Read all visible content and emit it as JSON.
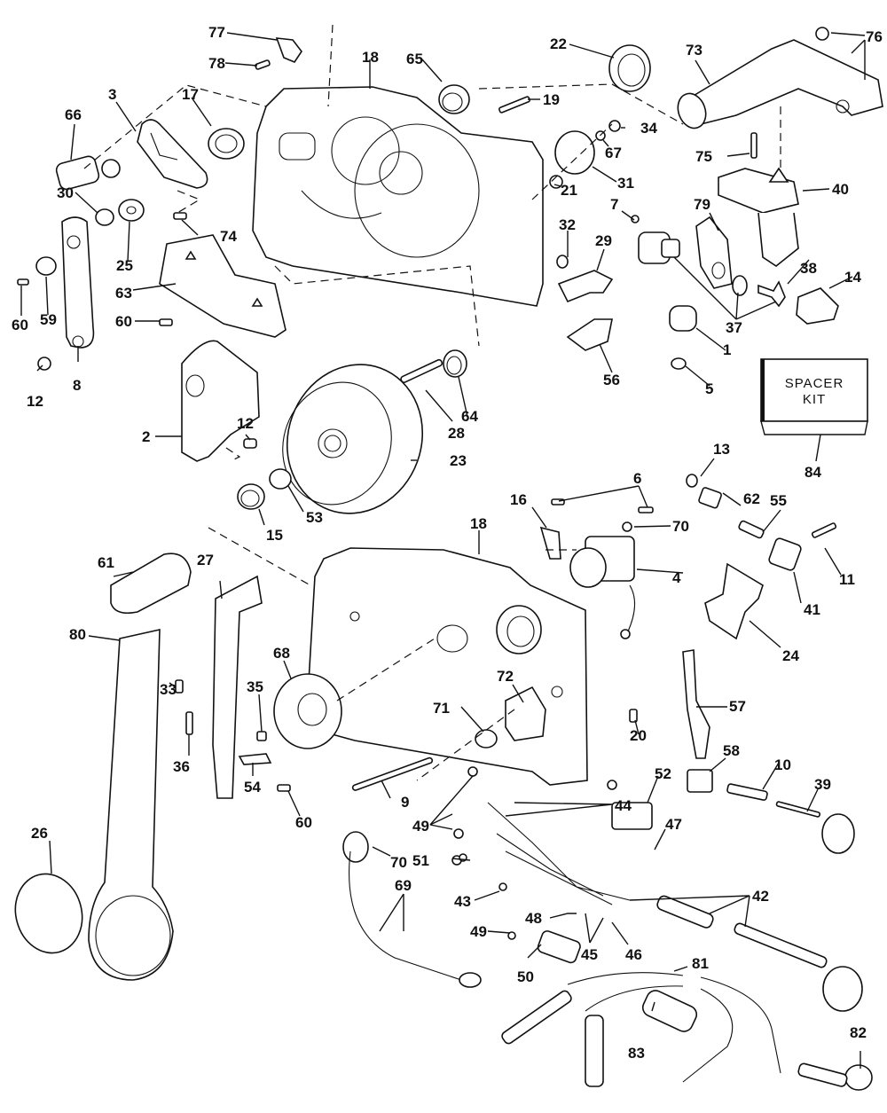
{
  "diagram": {
    "type": "exploded-parts-diagram",
    "subject": "remote control box assembly",
    "spacer_kit": {
      "line1": "SPACER",
      "line2": "KIT",
      "callout": "84"
    },
    "callouts": [
      {
        "id": "c77",
        "label": "77",
        "part": "bracket"
      },
      {
        "id": "c78",
        "label": "78",
        "part": "screw"
      },
      {
        "id": "c18a",
        "label": "18",
        "part": "control housing (rear)"
      },
      {
        "id": "c65",
        "label": "65",
        "part": "retaining ring"
      },
      {
        "id": "c22",
        "label": "22",
        "part": "seal ring"
      },
      {
        "id": "c73",
        "label": "73",
        "part": "throttle arm"
      },
      {
        "id": "c76",
        "label": "76",
        "part": "nut"
      },
      {
        "id": "c3",
        "label": "3",
        "part": "cam plate"
      },
      {
        "id": "c17",
        "label": "17",
        "part": "wave washer"
      },
      {
        "id": "c19",
        "label": "19",
        "part": "screw"
      },
      {
        "id": "c66",
        "label": "66",
        "part": "slide"
      },
      {
        "id": "c34",
        "label": "34",
        "part": "nut"
      },
      {
        "id": "c67",
        "label": "67",
        "part": "lockwasher"
      },
      {
        "id": "c75",
        "label": "75",
        "part": "screw"
      },
      {
        "id": "c31",
        "label": "31",
        "part": "plug"
      },
      {
        "id": "c21",
        "label": "21",
        "part": "bushing"
      },
      {
        "id": "c7",
        "label": "7",
        "part": "screw"
      },
      {
        "id": "c79",
        "label": "79",
        "part": "switch bracket"
      },
      {
        "id": "c40",
        "label": "40",
        "part": "mounting bracket"
      },
      {
        "id": "c30",
        "label": "30",
        "part": "bushing"
      },
      {
        "id": "c25",
        "label": "25",
        "part": "washer"
      },
      {
        "id": "c74",
        "label": "74",
        "part": "screw"
      },
      {
        "id": "c32",
        "label": "32",
        "part": "spring"
      },
      {
        "id": "c29",
        "label": "29",
        "part": "detent"
      },
      {
        "id": "c38",
        "label": "38",
        "part": "key"
      },
      {
        "id": "c14",
        "label": "14",
        "part": "key cap"
      },
      {
        "id": "c60a",
        "label": "60",
        "part": "screw"
      },
      {
        "id": "c59",
        "label": "59",
        "part": "washer"
      },
      {
        "id": "c63",
        "label": "63",
        "part": "cover plate"
      },
      {
        "id": "c60b",
        "label": "60",
        "part": "screw"
      },
      {
        "id": "c37",
        "label": "37",
        "part": "ignition switch kit"
      },
      {
        "id": "c1",
        "label": "1",
        "part": "boot"
      },
      {
        "id": "c12a",
        "label": "12",
        "part": "pin"
      },
      {
        "id": "c8",
        "label": "8",
        "part": "link"
      },
      {
        "id": "c56",
        "label": "56",
        "part": "detent spring"
      },
      {
        "id": "c5",
        "label": "5",
        "part": "clip"
      },
      {
        "id": "c28",
        "label": "28",
        "part": "screw"
      },
      {
        "id": "c64",
        "label": "64",
        "part": "retaining ring"
      },
      {
        "id": "c84",
        "label": "84",
        "part": "spacer kit"
      },
      {
        "id": "c2",
        "label": "2",
        "part": "shift lever"
      },
      {
        "id": "c12b",
        "label": "12",
        "part": "pin"
      },
      {
        "id": "c23",
        "label": "23",
        "part": "gear"
      },
      {
        "id": "c13",
        "label": "13",
        "part": "roller"
      },
      {
        "id": "c62",
        "label": "62",
        "part": "plunger"
      },
      {
        "id": "c53",
        "label": "53",
        "part": "wave washer"
      },
      {
        "id": "c15",
        "label": "15",
        "part": "retaining ring"
      },
      {
        "id": "c16",
        "label": "16",
        "part": "clip"
      },
      {
        "id": "c6",
        "label": "6",
        "part": "screw"
      },
      {
        "id": "c55",
        "label": "55",
        "part": "spring"
      },
      {
        "id": "c18b",
        "label": "18",
        "part": "control housing (front)"
      },
      {
        "id": "c70a",
        "label": "70",
        "part": "lockwasher"
      },
      {
        "id": "c11",
        "label": "11",
        "part": "screw"
      },
      {
        "id": "c61",
        "label": "61",
        "part": "handle grip"
      },
      {
        "id": "c27",
        "label": "27",
        "part": "neutral lock slide"
      },
      {
        "id": "c4",
        "label": "4",
        "part": "trim switch"
      },
      {
        "id": "c41",
        "label": "41",
        "part": "detent block"
      },
      {
        "id": "c80",
        "label": "80",
        "part": "control handle"
      },
      {
        "id": "c24",
        "label": "24",
        "part": "retainer plate"
      },
      {
        "id": "c68",
        "label": "68",
        "part": "detent plate"
      },
      {
        "id": "c33",
        "label": "33",
        "part": "screw"
      },
      {
        "id": "c72",
        "label": "72",
        "part": "boot"
      },
      {
        "id": "c35",
        "label": "35",
        "part": "screw"
      },
      {
        "id": "c36",
        "label": "36",
        "part": "spring"
      },
      {
        "id": "c71",
        "label": "71",
        "part": "nut"
      },
      {
        "id": "c57",
        "label": "57",
        "part": "lever"
      },
      {
        "id": "c20",
        "label": "20",
        "part": "screw"
      },
      {
        "id": "c54",
        "label": "54",
        "part": "clamp"
      },
      {
        "id": "c60c",
        "label": "60",
        "part": "screw"
      },
      {
        "id": "c9",
        "label": "9",
        "part": "screw"
      },
      {
        "id": "c52",
        "label": "52",
        "part": "warning horn"
      },
      {
        "id": "c58",
        "label": "58",
        "part": "lever block"
      },
      {
        "id": "c10",
        "label": "10",
        "part": "spring"
      },
      {
        "id": "c39",
        "label": "39",
        "part": "fast idle knob"
      },
      {
        "id": "c49a",
        "label": "49",
        "part": "terminal"
      },
      {
        "id": "c44",
        "label": "44",
        "part": "connector"
      },
      {
        "id": "c26",
        "label": "26",
        "part": "decal"
      },
      {
        "id": "c70b",
        "label": "70",
        "part": "lanyard clip"
      },
      {
        "id": "c47",
        "label": "47",
        "part": "connector"
      },
      {
        "id": "c51",
        "label": "51",
        "part": "terminal"
      },
      {
        "id": "c42",
        "label": "42",
        "part": "harness plug"
      },
      {
        "id": "c69",
        "label": "69",
        "part": "lanyard"
      },
      {
        "id": "c43",
        "label": "43",
        "part": "terminal"
      },
      {
        "id": "c48",
        "label": "48",
        "part": "connector"
      },
      {
        "id": "c49b",
        "label": "49",
        "part": "terminal"
      },
      {
        "id": "c45",
        "label": "45",
        "part": "sleeve"
      },
      {
        "id": "c46",
        "label": "46",
        "part": "terminal"
      },
      {
        "id": "c50",
        "label": "50",
        "part": "stop switch"
      },
      {
        "id": "c81",
        "label": "81",
        "part": "battery cable"
      },
      {
        "id": "c83",
        "label": "83",
        "part": "boot"
      },
      {
        "id": "c82",
        "label": "82",
        "part": "terminal"
      }
    ]
  }
}
